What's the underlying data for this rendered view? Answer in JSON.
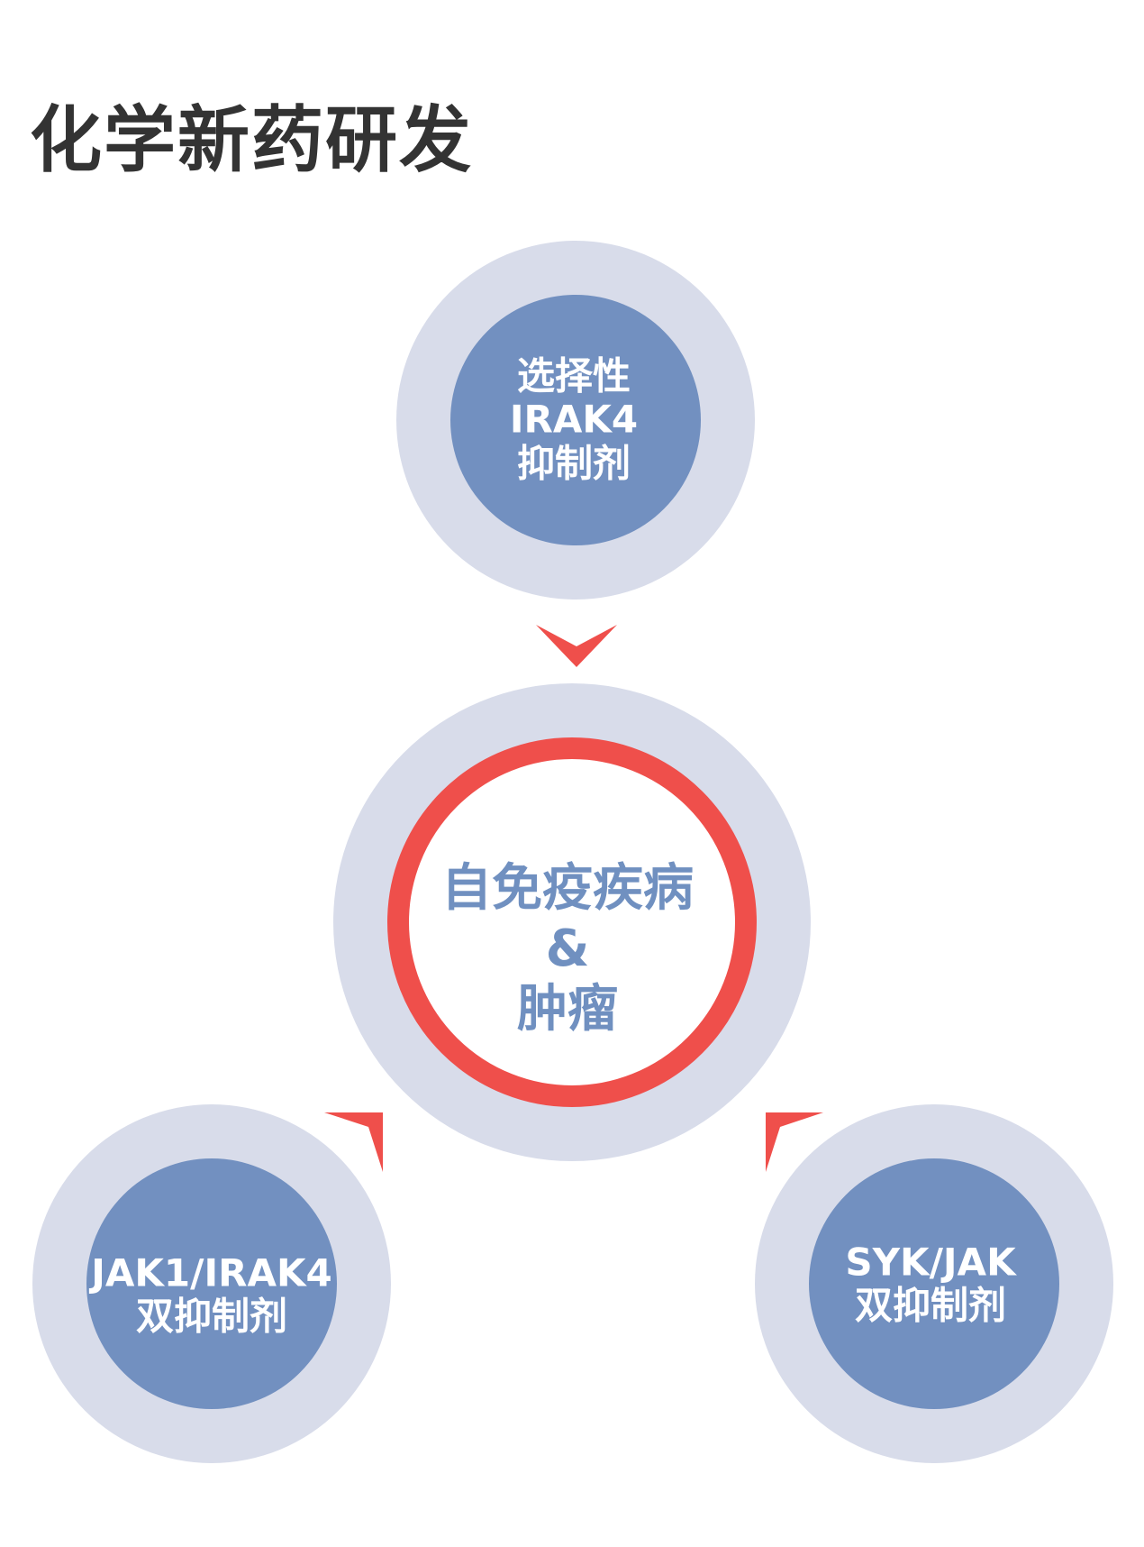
{
  "title": "化学新药研发",
  "center": {
    "lines": [
      "自免疫疾病",
      "&",
      "肿瘤"
    ]
  },
  "nodes": {
    "top": {
      "lines": [
        "选择性",
        "IRAK4",
        "抑制剂"
      ]
    },
    "bottom_left": {
      "lines": [
        "JAK1/IRAK4",
        "双抑制剂"
      ]
    },
    "bottom_right": {
      "lines": [
        "SYK/JAK",
        "双抑制剂"
      ]
    }
  },
  "colors": {
    "outer_ring": "#d8dcea",
    "inner_fill": "#7290c0",
    "accent_red": "#ef4f4b",
    "center_text": "#7090c0"
  }
}
